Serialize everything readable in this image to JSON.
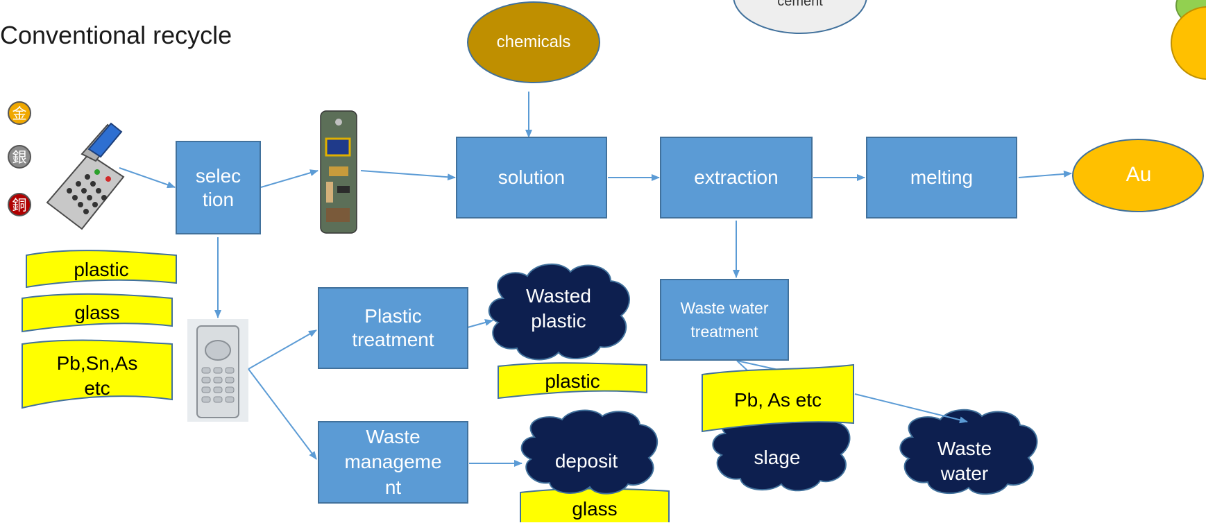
{
  "title": "Conventional recycle",
  "metals": {
    "gold": "金",
    "silver": "銀",
    "copper": "銅"
  },
  "nodes": {
    "chemicals": "chemicals",
    "cement": "cement",
    "selection": "selec\ntion",
    "solution": "solution",
    "extraction": "extraction",
    "melting": "melting",
    "au": "Au",
    "plastic_treatment": "Plastic\ntreatment",
    "waste_management": "Waste\nmanageme\nnt",
    "waste_water_treatment": "Waste water\ntreatment"
  },
  "clouds": {
    "wasted_plastic": "Wasted\nplastic",
    "deposit": "deposit",
    "slage": "slage",
    "waste_water": "Waste\nwater"
  },
  "tags": {
    "plastic_left": "plastic",
    "glass_left": "glass",
    "pb_sn_as": "Pb,Sn,As\netc",
    "plastic_right": "plastic",
    "glass_right": "glass",
    "pb_as": "Pb, As etc"
  },
  "colors": {
    "process_box": "#5b9bd5",
    "cloud": "#0d1f4f",
    "tag": "#ffff00",
    "au_oval": "#ffc000",
    "chemicals_oval": "#bf8f00"
  }
}
